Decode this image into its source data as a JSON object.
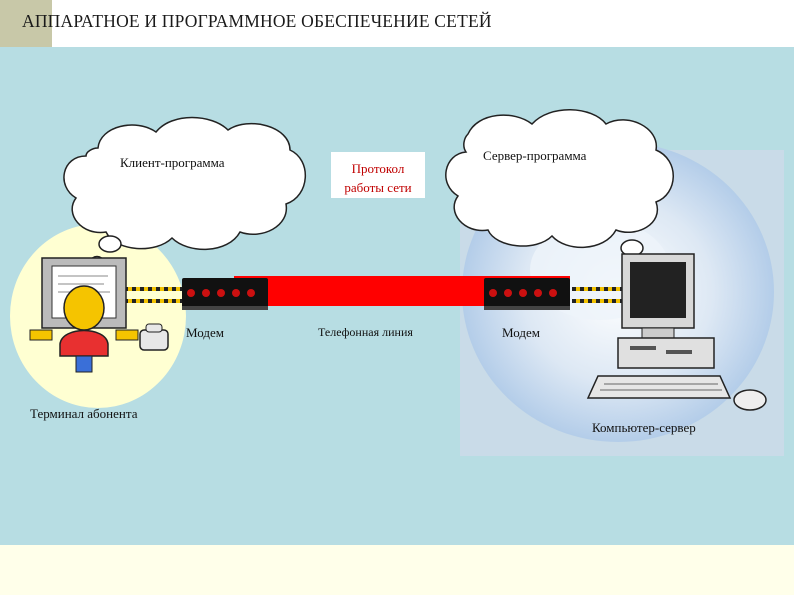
{
  "title": "АППАРАТНОЕ И ПРОГРАММНОЕ ОБЕСПЕЧЕНИЕ СЕТЕЙ",
  "labels": {
    "client_program": "Клиент-программа",
    "protocol_line1": "Протокол",
    "protocol_line2": "работы сети",
    "server_program": "Сервер-программа",
    "modem_left": "Модем",
    "phone_line": "Телефонная линия",
    "modem_right": "Модем",
    "terminal": "Терминал абонента",
    "server_computer": "Компьютер-сервер"
  },
  "colors": {
    "canvas": "#b7dde3",
    "footer": "#ffffea",
    "phone_line": "#ff0000",
    "protocol_text": "#c00000",
    "client_halo": "#ffffd2",
    "modem_body": "#111111",
    "modem_led": "#cc1010"
  }
}
